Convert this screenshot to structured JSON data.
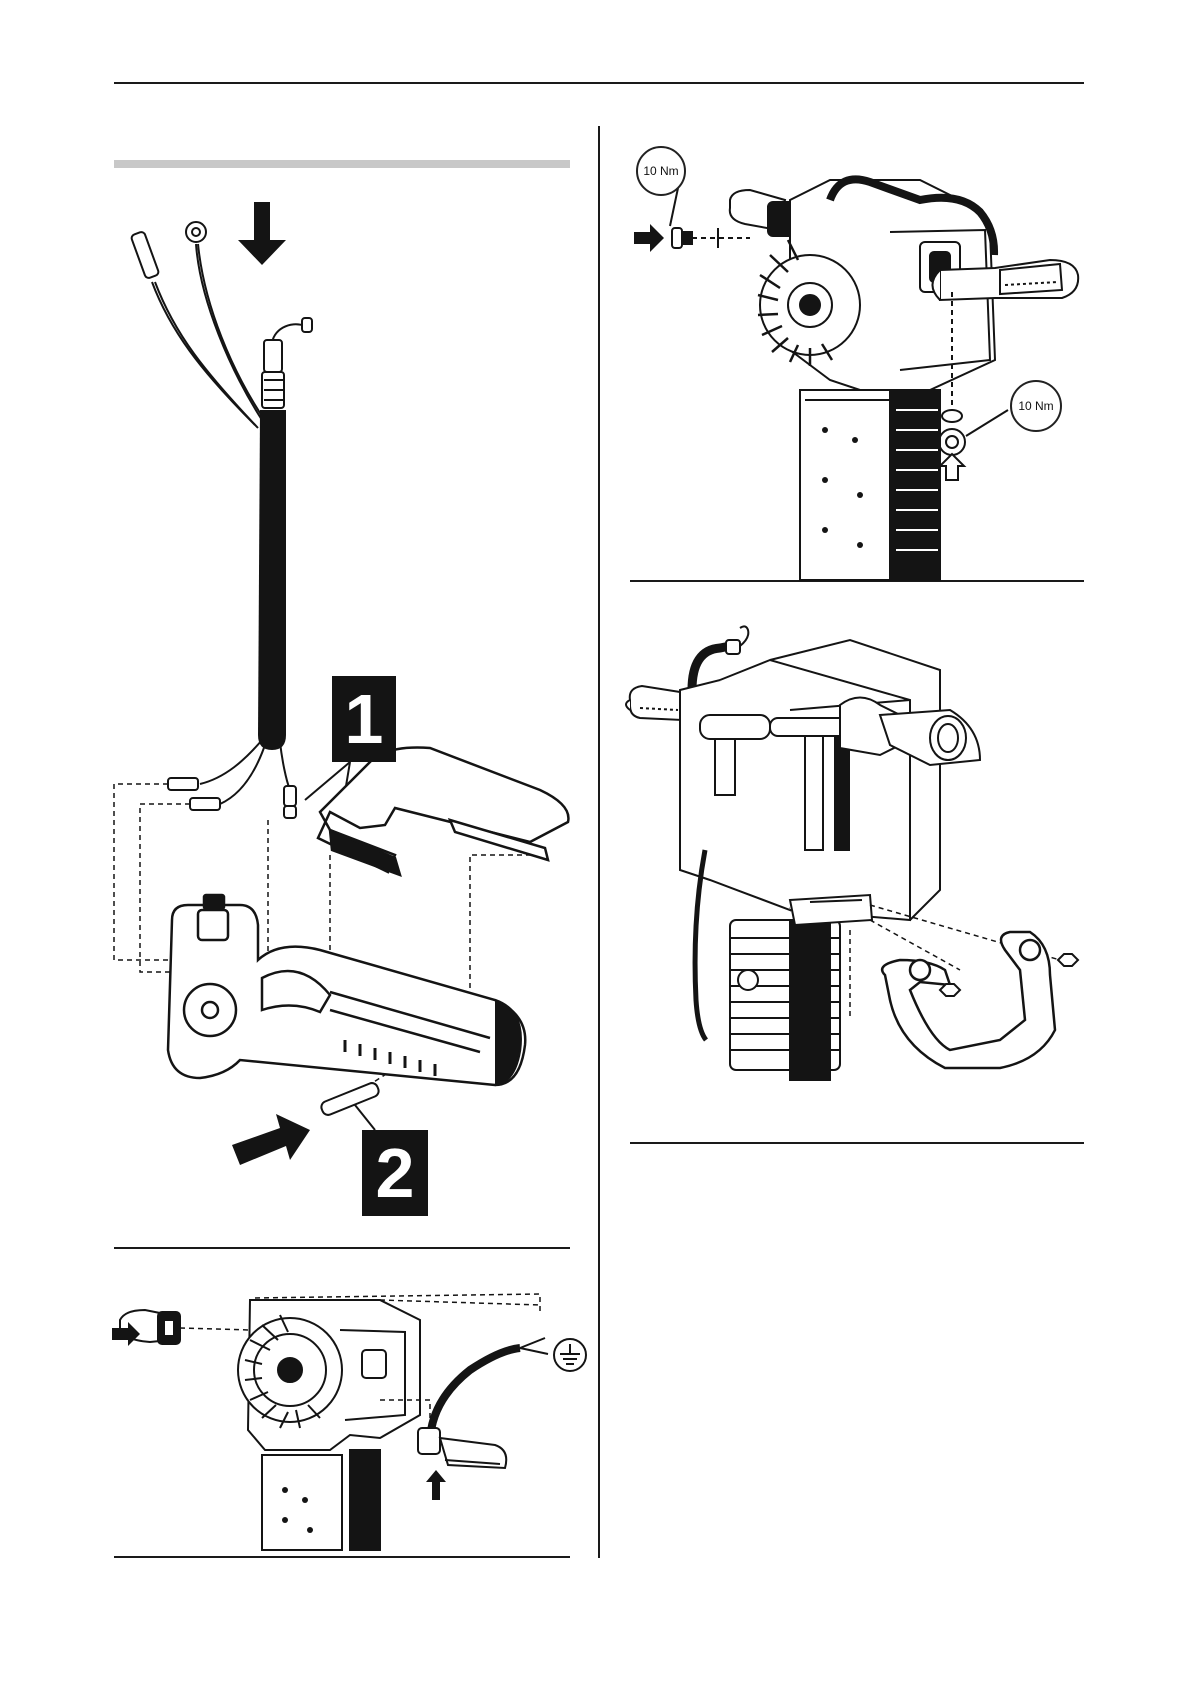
{
  "figures": {
    "fig1": {
      "callout_1": "1",
      "callout_2": "2"
    },
    "fig3": {
      "torque_top": "10 Nm",
      "torque_bottom": "10 Nm"
    }
  },
  "colors": {
    "ink": "#141414",
    "section_bar": "#c8c8c8",
    "rule": "#1a1a1a"
  }
}
